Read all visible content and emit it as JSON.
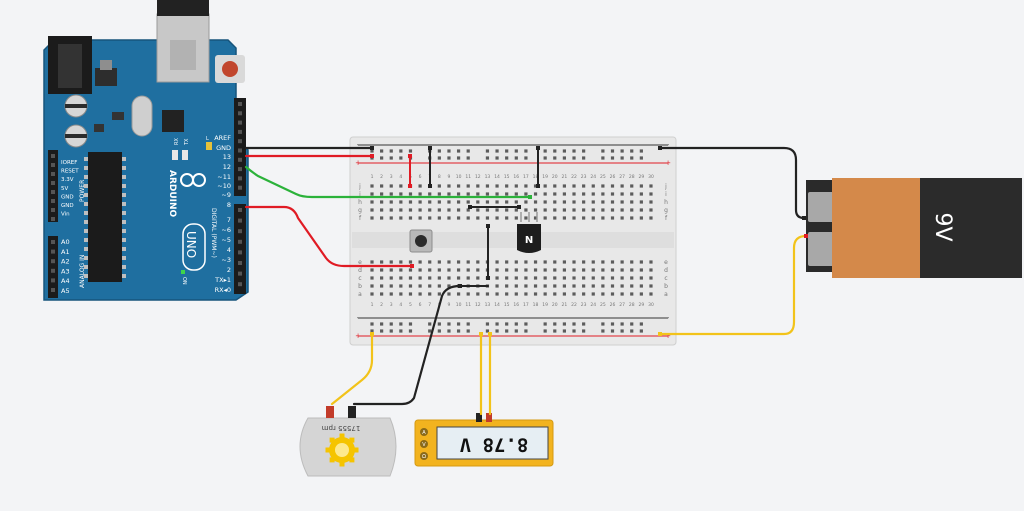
{
  "arduino": {
    "brand": "ARDUINO",
    "model": "UNO",
    "logo": "infinity-logo",
    "section_power": "POWER",
    "section_analog": "ANALOG IN",
    "section_digital": "DIGITAL (PWM~)",
    "power_pins": [
      "IOREF",
      "RESET",
      "3.3V",
      "5V",
      "GND",
      "GND",
      "Vin"
    ],
    "analog_pins": [
      "A0",
      "A1",
      "A2",
      "A3",
      "A4",
      "A5"
    ],
    "digital_pins": [
      "AREF",
      "GND",
      "13",
      "12",
      "~11",
      "~10",
      "~9",
      "8",
      "7",
      "~6",
      "~5",
      "4",
      "~3",
      "2",
      "TX▸1",
      "RX◂0"
    ],
    "led_labels": [
      "RX",
      "TX",
      "L"
    ],
    "on_label": "ON",
    "board_color": "#1f6fa0"
  },
  "breadboard": {
    "rail_signs": [
      "-",
      "+",
      "-",
      "+"
    ],
    "row_letters": [
      "a",
      "b",
      "c",
      "d",
      "e",
      "f",
      "g",
      "h",
      "i",
      "j"
    ],
    "column_numbers": [
      "1",
      "2",
      "3",
      "4",
      "5",
      "6",
      "7",
      "8",
      "9",
      "10",
      "11",
      "12",
      "13",
      "14",
      "15",
      "16",
      "17",
      "18",
      "19",
      "20",
      "21",
      "22",
      "23",
      "24",
      "25",
      "26",
      "27",
      "28",
      "29",
      "30"
    ]
  },
  "transistor": {
    "label": "N"
  },
  "battery": {
    "label": "9V",
    "body_color": "#d4894a"
  },
  "motor": {
    "speed": "17555 rpm",
    "icon": "gear-icon"
  },
  "multimeter": {
    "reading": "8.78 V",
    "modes": [
      "A",
      "V",
      "Ω"
    ]
  },
  "colors": {
    "wire_red": "#e01b24",
    "wire_black": "#222222",
    "wire_green": "#2bb23a",
    "wire_yellow": "#f2c31a"
  }
}
